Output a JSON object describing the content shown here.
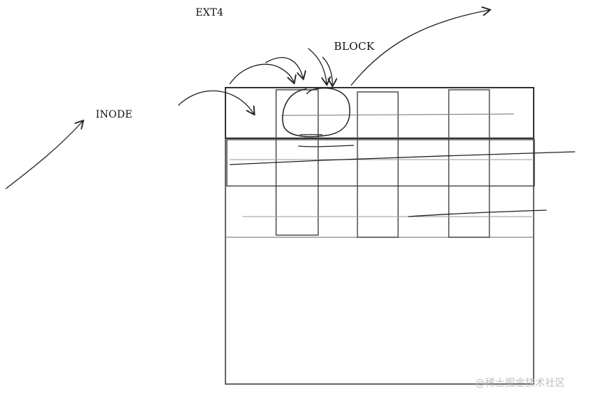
{
  "labels": {
    "ext4": "EXT4",
    "block": "BLOCK",
    "inode": "INODE"
  },
  "watermark": "@稀土掘金技术社区",
  "colors": {
    "ink": "#222222",
    "thin_line": "#8a8a8a",
    "watermark": "#bdbdbd"
  }
}
